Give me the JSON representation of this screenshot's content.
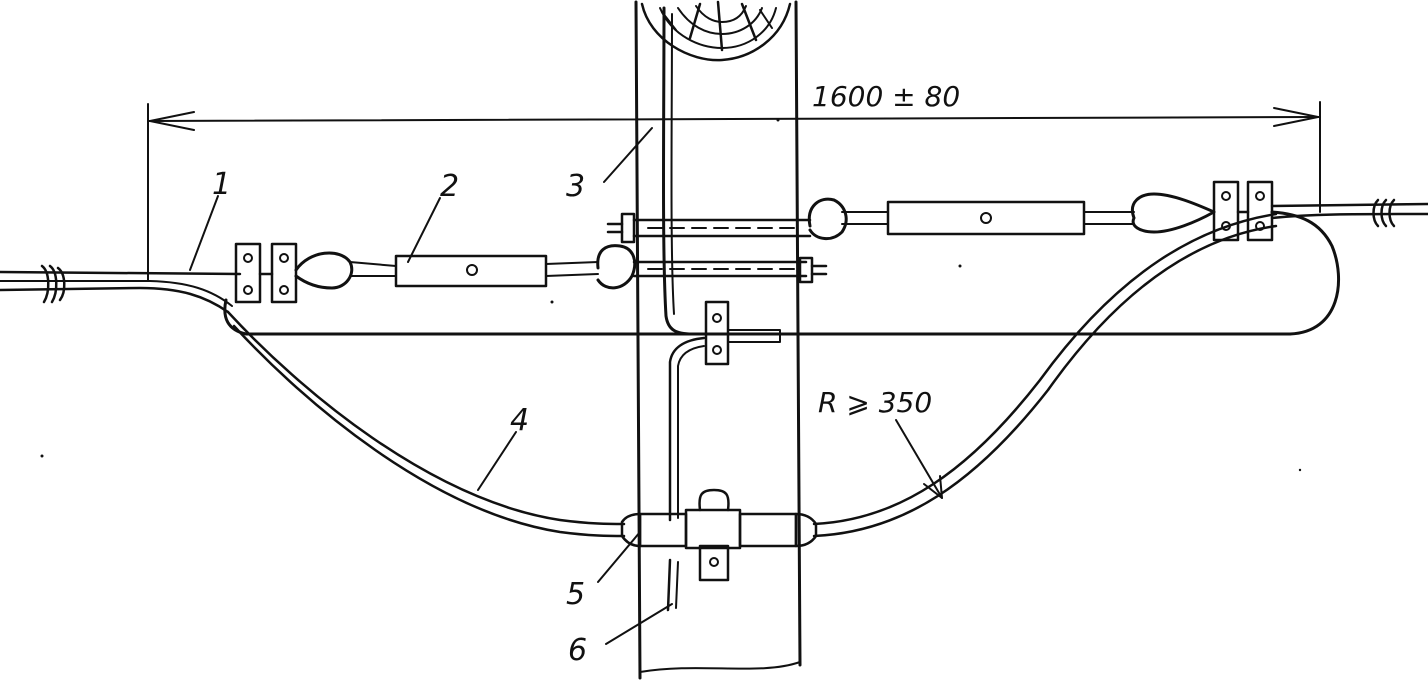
{
  "labels": {
    "l1": "1",
    "l2": "2",
    "l3": "3",
    "l4": "4",
    "l5": "5",
    "l6": "6"
  },
  "dimension": "1600 ± 80",
  "radius_note": "R ⩾ 350"
}
